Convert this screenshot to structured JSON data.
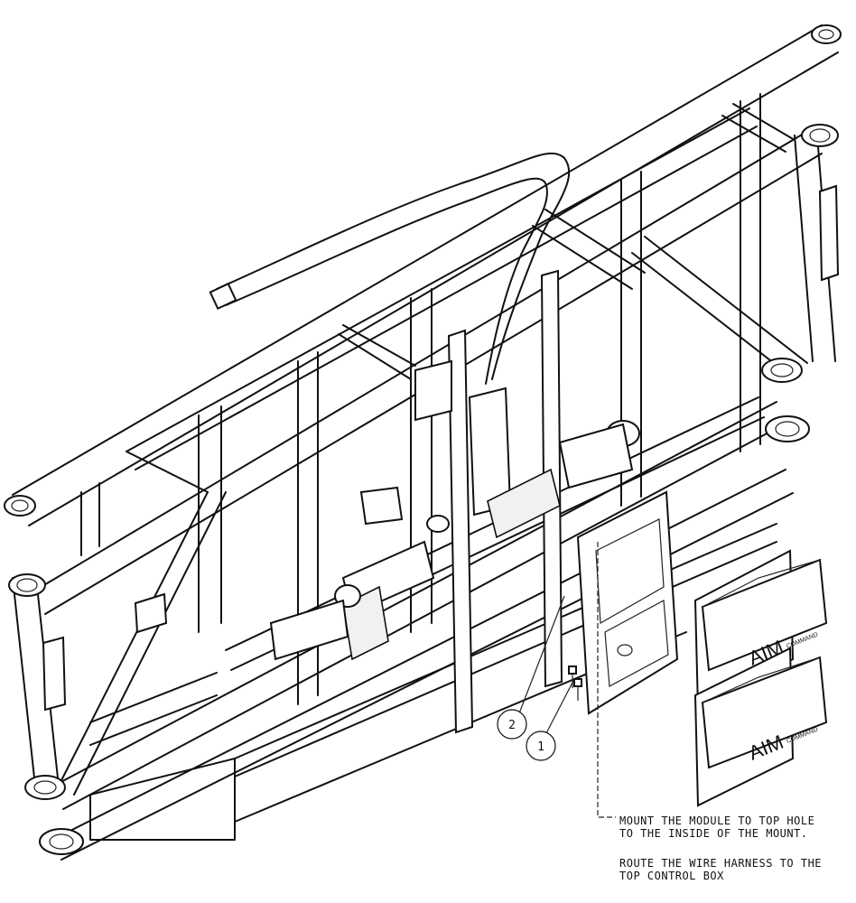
{
  "callouts": [
    {
      "number": "2"
    },
    {
      "number": "1"
    }
  ],
  "notes": {
    "line1": "MOUNT THE MODULE TO TOP HOLE",
    "line2": "TO THE INSIDE OF THE MOUNT.",
    "line3": "ROUTE THE WIRE HARNESS TO THE",
    "line4": "TOP CONTROL BOX"
  },
  "modules": [
    {
      "brand": "AIM",
      "sub": "COMMAND"
    },
    {
      "brand": "AIM",
      "sub": "COMMAND"
    }
  ],
  "colors": {
    "line": "#111111",
    "background": "#ffffff"
  }
}
